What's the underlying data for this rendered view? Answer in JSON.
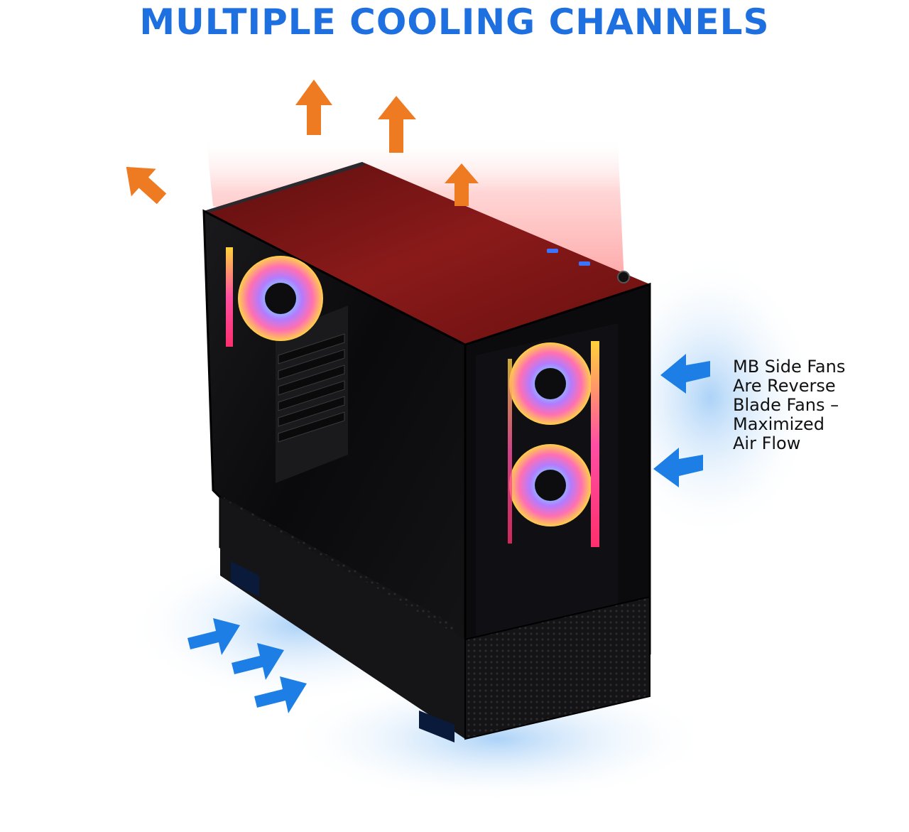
{
  "headline": "MULTIPLE COOLING CHANNELS",
  "side_note": {
    "lines": [
      "MB Side Fans",
      "Are Reverse",
      "Blade Fans –",
      "Maximized",
      "Air Flow"
    ]
  },
  "colors": {
    "headline": "#1e6fe0",
    "exhaust_arrow": "#ee7a22",
    "intake_arrow": "#1d7fe6",
    "hot_glow": "#ff9a9a",
    "cool_glow": "#9cc9f5",
    "case_body": "#0c0c0e",
    "top_panel": "#7a1414"
  },
  "icons": {
    "exhaust": "arrow-up-orange-icon",
    "intake_side": "arrow-left-blue-icon",
    "intake_bottom": "arrow-right-blue-icon"
  }
}
